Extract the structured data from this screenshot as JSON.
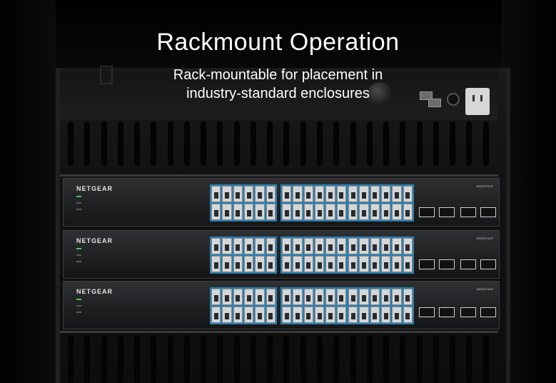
{
  "banner": {
    "title": "Rackmount Operation",
    "subtitle_line1": "Rack-mountable for placement in",
    "subtitle_line2": "industry-standard enclosures"
  },
  "switches": [
    {
      "brand": "NETGEAR",
      "model": "MS324TXUP"
    },
    {
      "brand": "NETGEAR",
      "model": "MS324TXUP"
    },
    {
      "brand": "NETGEAR",
      "model": "MS324TXUP"
    }
  ],
  "colors": {
    "accent": "#2a7fb0",
    "background": "#000000",
    "text": "#ffffff",
    "led_green": "#3cd04c"
  }
}
